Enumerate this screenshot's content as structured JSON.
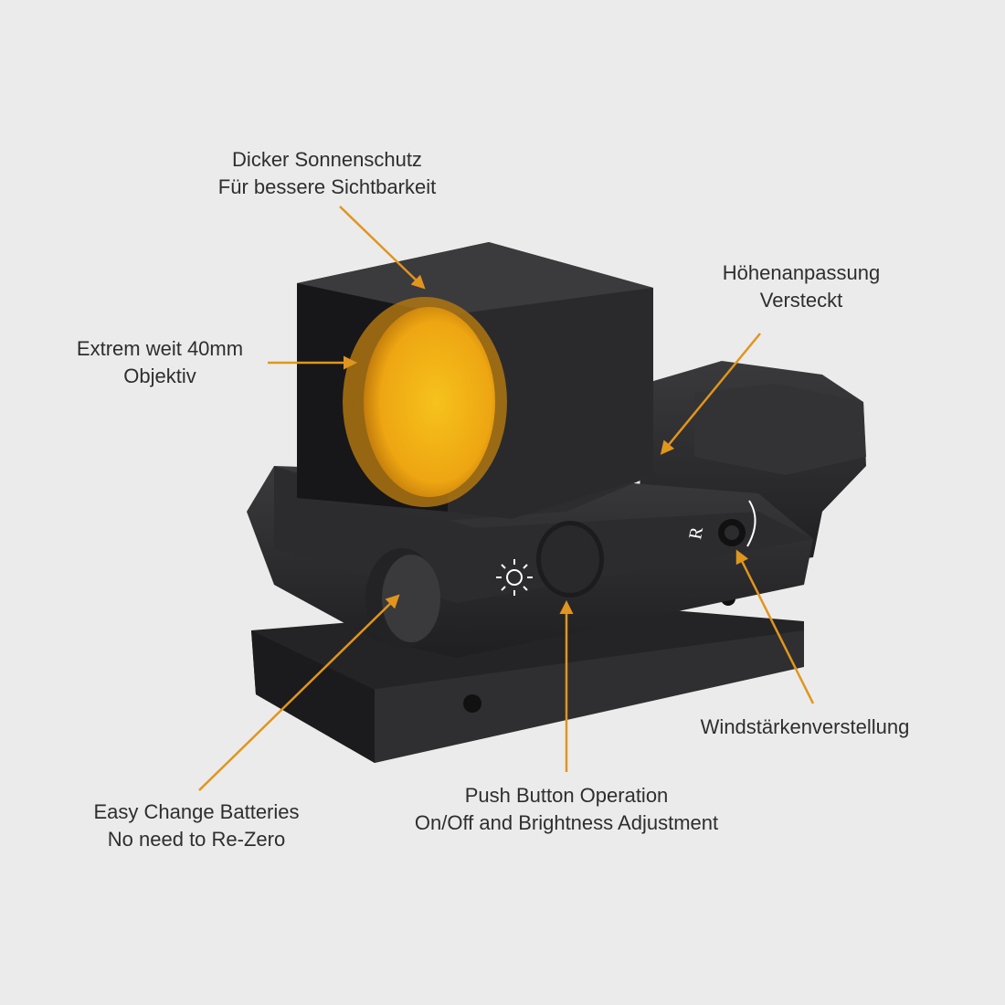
{
  "colors": {
    "background": "#ebebeb",
    "arrow": "#e0951f",
    "body": "#2b2b2d",
    "lens": "#f2b21a"
  },
  "product_markings": {
    "windage_letter": "R"
  },
  "callouts": {
    "sunshade": {
      "line1": "Dicker Sonnenschutz",
      "line2": "Für bessere Sichtbarkeit"
    },
    "elevation": {
      "line1": "Höhenanpassung",
      "line2": "Versteckt"
    },
    "objective": {
      "line1": "Extrem weit 40mm",
      "line2": "Objektiv"
    },
    "windage": {
      "line1": "Windstärkenverstellung"
    },
    "push_button": {
      "line1": "Push Button Operation",
      "line2": "On/Off and Brightness Adjustment"
    },
    "batteries": {
      "line1": "Easy Change Batteries",
      "line2": "No need to Re-Zero"
    }
  }
}
